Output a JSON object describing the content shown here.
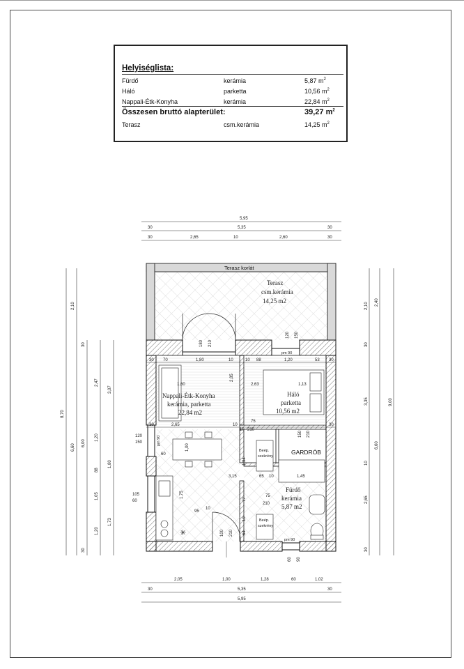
{
  "legend": {
    "title": "Helyiséglista:",
    "rows": [
      {
        "name": "Fürdő",
        "material": "kerámia",
        "area": "5,87 m",
        "unit_sup": "2"
      },
      {
        "name": "Háló",
        "material": "parketta",
        "area": "10,56 m",
        "unit_sup": "2"
      },
      {
        "name": "Nappali-Étk-Konyha",
        "material": "kerámia",
        "area": "22,84 m",
        "unit_sup": "2"
      }
    ],
    "total": {
      "label": "Összesen bruttó alapterület:",
      "area": "39,27 m",
      "unit_sup": "2"
    },
    "extra": {
      "name": "Terasz",
      "material": "csm.kerámia",
      "area": "14,25 m",
      "unit_sup": "2"
    }
  },
  "plan": {
    "rooms": {
      "terrace_rail": "Terasz korlát",
      "terrace": [
        "Terasz",
        "csm.kerámia",
        "14,25 m2"
      ],
      "living": [
        "Nappali-Étk-Konyha",
        "kerámia, parketta",
        "22,84 m2"
      ],
      "bedroom": [
        "Háló",
        "parketta",
        "10,56 m2"
      ],
      "wardrobe": "GARDRÓB",
      "bath": [
        "Fürdő",
        "kerámia",
        "5,87 m2"
      ],
      "builtin1": [
        "Beép.",
        "szekrény"
      ],
      "builtin2": [
        "Beép.",
        "szekrény"
      ]
    },
    "dims_top": {
      "row1": [
        "5,95"
      ],
      "row2": [
        "30",
        "5,35",
        "30"
      ],
      "row3": [
        "30",
        "2,65",
        "10",
        "2,60",
        "30"
      ]
    },
    "dims_bottom": {
      "row1": [
        "2,05",
        "1,00",
        "1,28",
        "60",
        "1,02"
      ],
      "row2": [
        "30",
        "5,35",
        "30"
      ],
      "row3": [
        "5,95"
      ]
    },
    "dims_left": {
      "col1": [
        "8,70"
      ],
      "col2": [
        "2,10",
        "6,60"
      ],
      "col3": [
        "30",
        "6,00",
        "30"
      ],
      "col4": [
        "2,47",
        "1,20",
        "88",
        "1,05",
        "1,20"
      ],
      "col5": [
        "3,07",
        "1,80",
        "1,73"
      ]
    },
    "dims_right": {
      "col1": [
        "2,10",
        "30",
        "3,35",
        "10",
        "2,65",
        "30"
      ],
      "col2": [
        "2,40",
        "6,60"
      ],
      "col3": [
        "9,00"
      ]
    },
    "interior": {
      "top_row": [
        "30",
        "70",
        "1,80",
        "10",
        "10",
        "88",
        "1,20",
        "53",
        "30"
      ],
      "door_top": [
        "180",
        "210"
      ],
      "win_top": [
        "120",
        "150"
      ],
      "pm_top": "pm 90",
      "sofa": "1,60",
      "v_285": "2,85",
      "bed_dims": [
        "2,63",
        "1,13"
      ],
      "mid_row": [
        "30",
        "2,65",
        "10",
        "10",
        "210",
        "75",
        "150",
        "210",
        "30"
      ],
      "win_left": [
        "120",
        "150"
      ],
      "pm_left": "pm 90",
      "table": [
        "1,00",
        "60"
      ],
      "kitchen": [
        "105",
        "60",
        "1,75"
      ],
      "wardrobe_dims": [
        "1,34",
        "3,15",
        "65",
        "10",
        "1,45"
      ],
      "bath_door": [
        "75",
        "210"
      ],
      "v_77": "77",
      "v_10": "10",
      "small": [
        "95",
        "10",
        "64"
      ],
      "entry": [
        "100",
        "210"
      ],
      "pm_bottom": "pm 90",
      "bottom_win": [
        "60",
        "90"
      ]
    }
  }
}
